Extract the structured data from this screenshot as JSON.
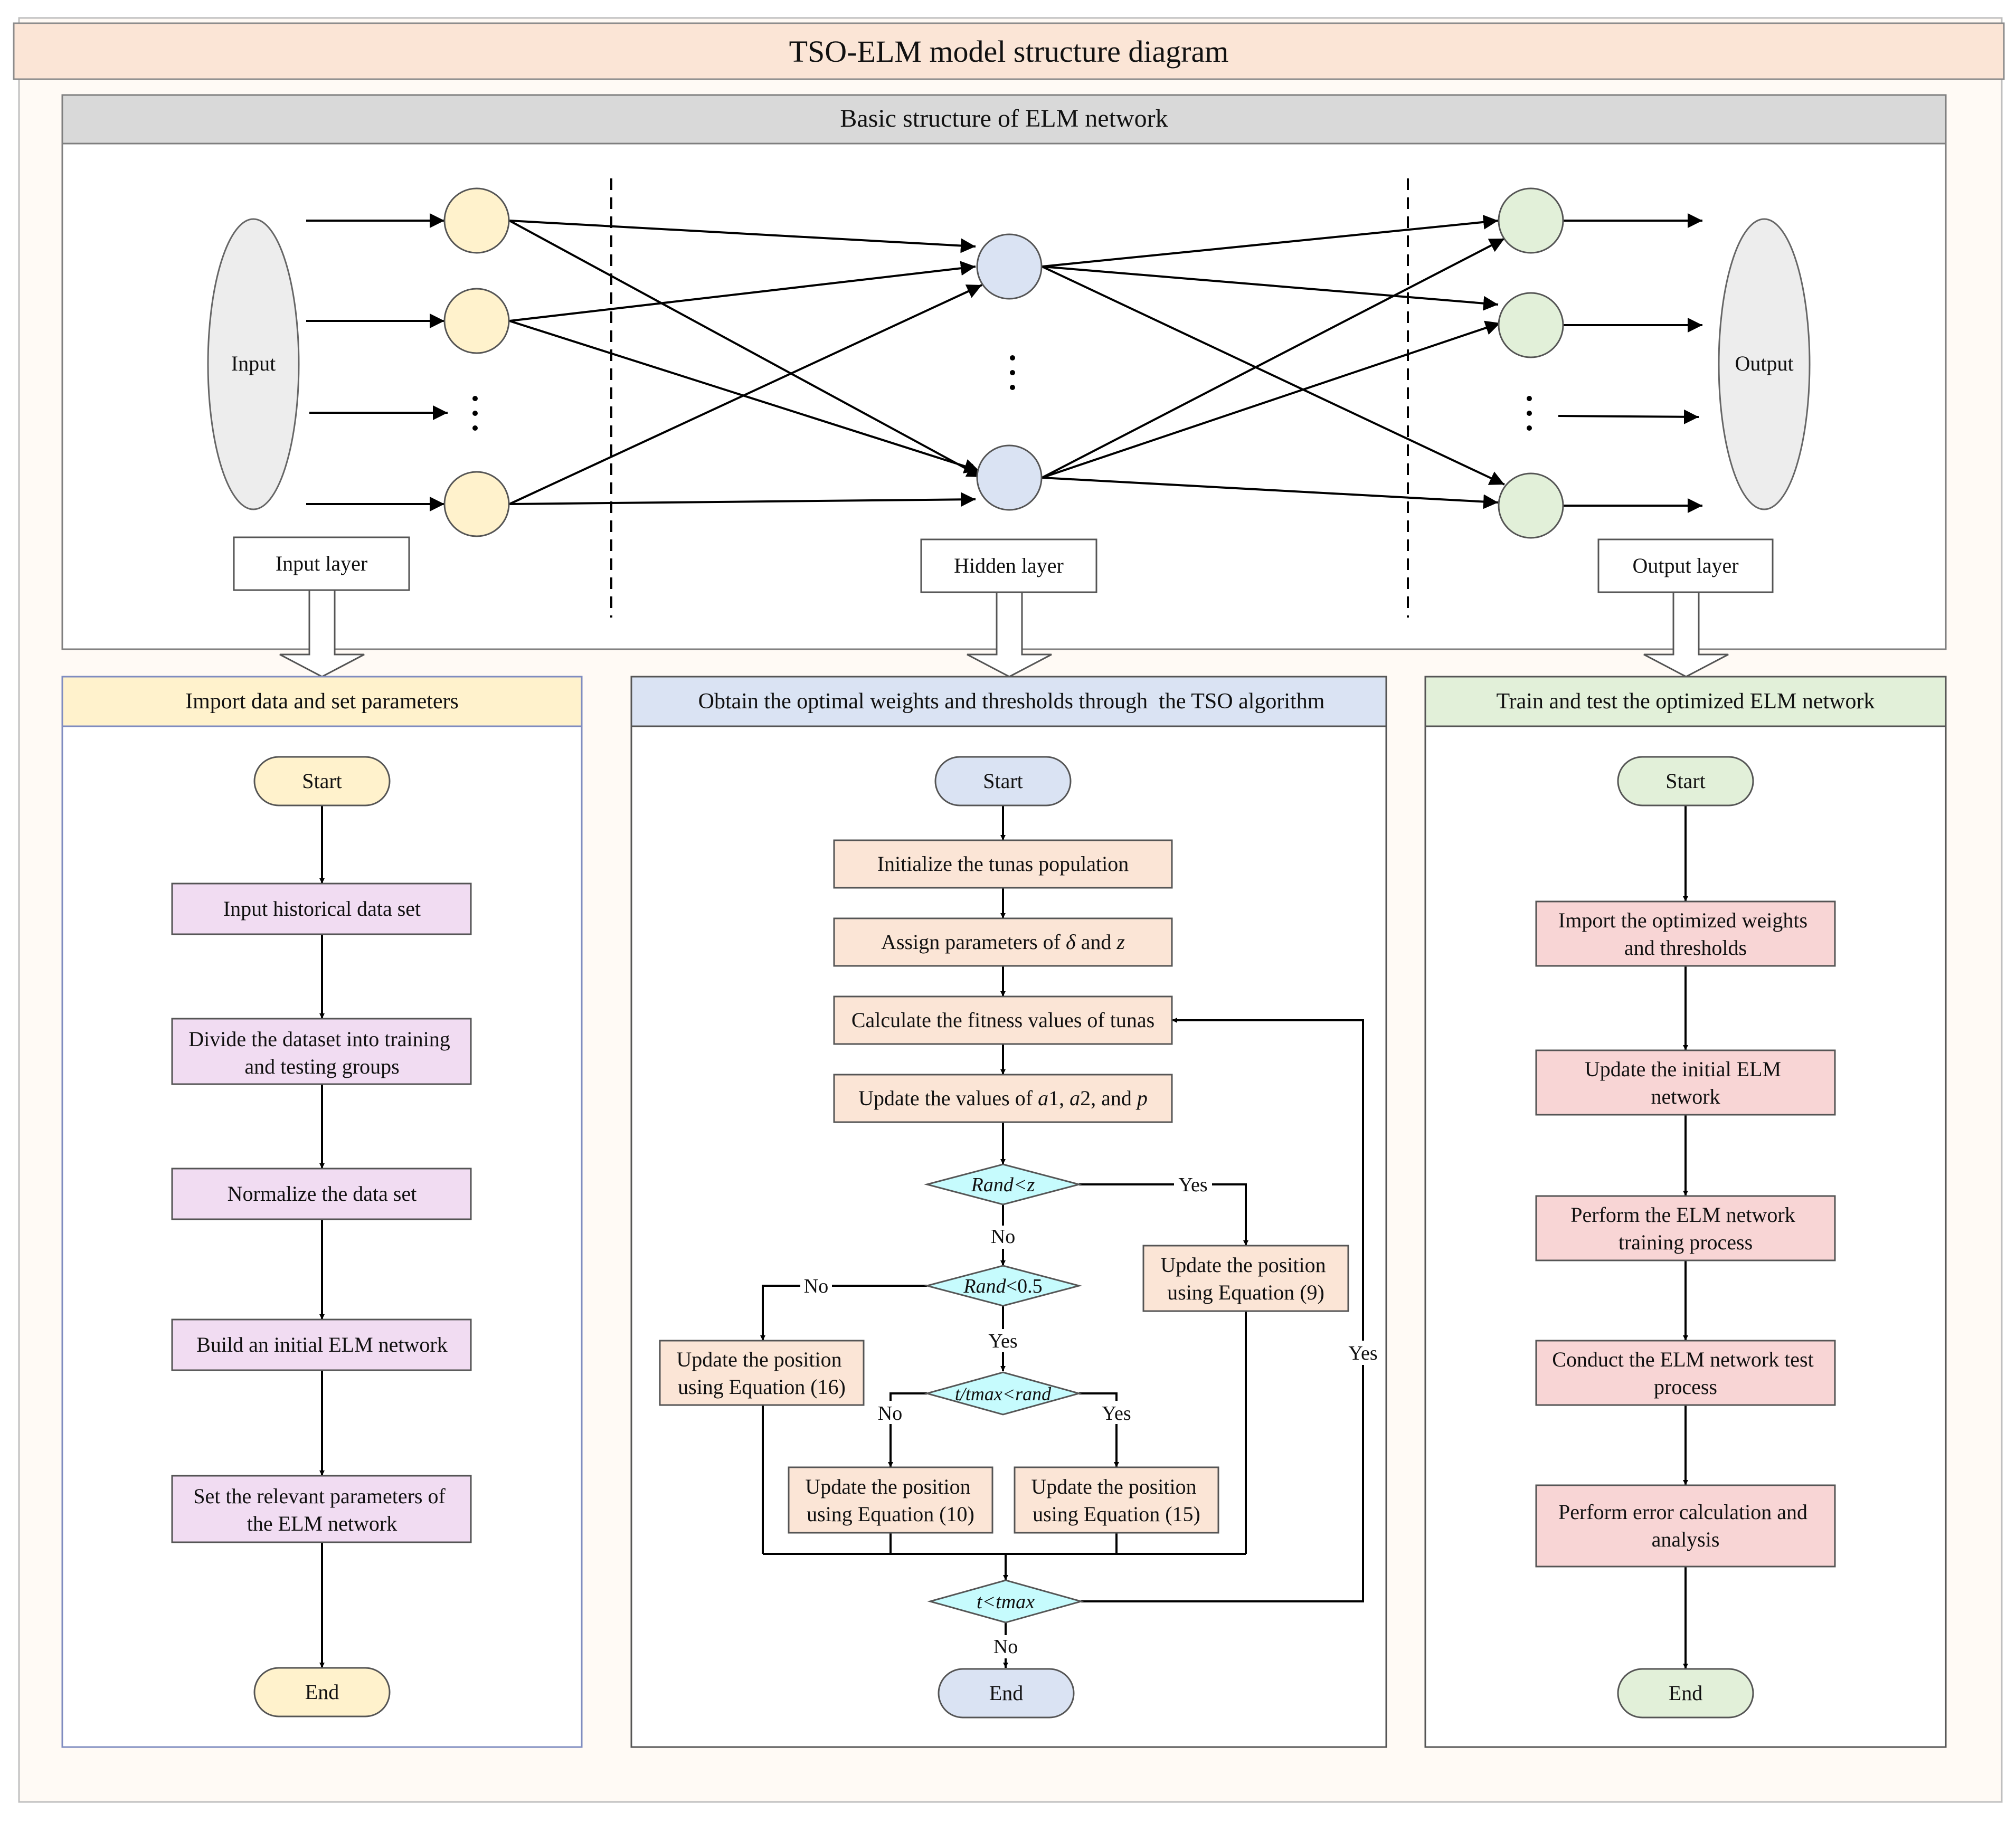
{
  "title": "TSO-ELM model structure diagram",
  "colors": {
    "title_band": "#fbe5d6",
    "outer_frame_bg": "#fffaf5",
    "elm_header": "#d9d9d9",
    "input_node": "#fff2cc",
    "hidden_node": "#dae3f3",
    "output_node": "#e2f0d9",
    "io_ellipse": "#ededed",
    "panel1_header": "#fff2cc",
    "panel2_header": "#dae3f3",
    "panel3_header": "#e2f0d9",
    "purple_box": "#f1dcf2",
    "orange_box": "#fbe5d6",
    "pink_box": "#f8d5d5",
    "diamond": "#c6fbfd"
  },
  "elm": {
    "header": "Basic structure of ELM network",
    "input": "Input",
    "output": "Output",
    "input_layer": "Input layer",
    "hidden_layer": "Hidden layer",
    "output_layer": "Output layer"
  },
  "panel1": {
    "header": "Import data and set parameters",
    "start": "Start",
    "step1": "Input historical data set",
    "step2": [
      "Divide the dataset into training",
      "and testing groups"
    ],
    "step3": "Normalize the data set",
    "step4": "Build an initial ELM network",
    "step5": [
      "Set the relevant parameters of",
      "the ELM network"
    ],
    "end": "End"
  },
  "panel2": {
    "header": "Obtain the optimal weights and thresholds through  the TSO algorithm",
    "start": "Start",
    "init": "Initialize the tunas population",
    "assign": [
      "Assign parameters of ",
      "δ",
      " and ",
      "z"
    ],
    "fitness": "Calculate the fitness values of tunas",
    "update_vals": [
      "Update the values of ",
      "a",
      "1, ",
      "a",
      "2, and ",
      "p"
    ],
    "d1": [
      "Rand",
      "<",
      "z"
    ],
    "d2": [
      "Rand",
      "<0.5"
    ],
    "d3": [
      "t/tmax<rand"
    ],
    "d4": [
      "t<tmax"
    ],
    "eq9": [
      "Update the position",
      "using Equation (9)"
    ],
    "eq16": [
      "Update the position",
      "using Equation (16)"
    ],
    "eq10": [
      "Update the position",
      "using Equation (10)"
    ],
    "eq15": [
      "Update the position",
      "using Equation (15)"
    ],
    "yes": "Yes",
    "no": "No",
    "end": "End"
  },
  "panel3": {
    "header": "Train and test the optimized ELM network",
    "start": "Start",
    "step1": [
      "Import the optimized weights",
      "and thresholds"
    ],
    "step2": [
      "Update the initial ELM",
      "network"
    ],
    "step3": [
      "Perform the ELM network",
      "training process"
    ],
    "step4": [
      "Conduct the ELM network test",
      "process"
    ],
    "step5": [
      "Perform error calculation and",
      "analysis"
    ],
    "end": "End"
  }
}
